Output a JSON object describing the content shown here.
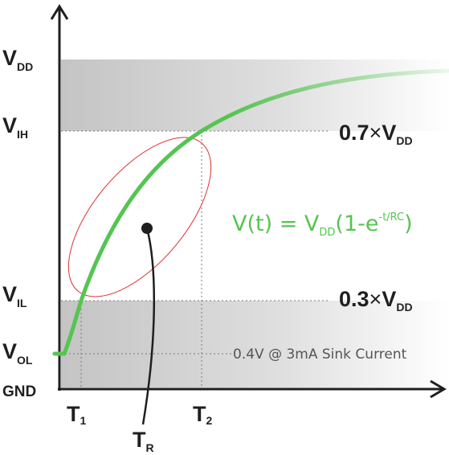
{
  "y_levels": {
    "vdd": {
      "main": "V",
      "sub": "DD"
    },
    "vih": {
      "main": "V",
      "sub": "IH"
    },
    "vil": {
      "main": "V",
      "sub": "IL"
    },
    "vol": {
      "main": "V",
      "sub": "OL"
    },
    "gnd": "GND"
  },
  "thresholds": {
    "high": {
      "factor": "0.7",
      "times": "×",
      "main": "V",
      "sub": "DD"
    },
    "low": {
      "factor": "0.3",
      "times": "×",
      "main": "V",
      "sub": "DD"
    }
  },
  "equation": {
    "lhs": "V(t) = V",
    "sub": "DD",
    "mid": "(1-e",
    "sup": "-t/RC",
    "rhs": ")"
  },
  "vol_note": "0.4V @ 3mA Sink Current",
  "time_labels": {
    "t1": {
      "main": "T",
      "sub": "1"
    },
    "t2": {
      "main": "T",
      "sub": "2"
    },
    "tr": {
      "main": "T",
      "sub": "R"
    }
  },
  "colors": {
    "curve": "#55c552",
    "ellipse": "#e03030",
    "axis": "#1f1f1f",
    "band": "#c9c9c9"
  }
}
